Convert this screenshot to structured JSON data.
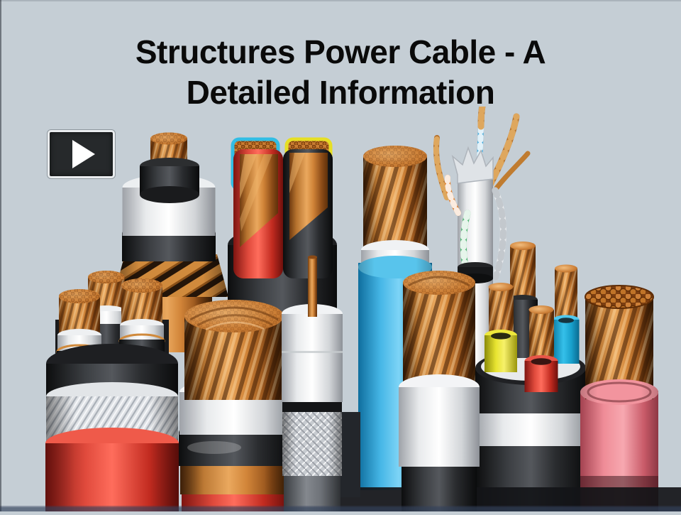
{
  "slide": {
    "background_color": "#c5ced5",
    "title": {
      "line1": "Structures Power Cable - A",
      "line2": "Detailed Information",
      "color": "#0a0a0a"
    },
    "video_player": {
      "play_button_label": "Play video",
      "button_color": "#26292b",
      "border_color": "#e9ecee",
      "triangle_color": "#ffffff"
    },
    "illustration": {
      "name": "power-cable-cross-sections",
      "cables": [
        {
          "name": "hv-single-core-cable",
          "colors": [
            "copper",
            "black",
            "white",
            "armor"
          ]
        },
        {
          "name": "four-core-lv-cable",
          "colors": [
            "red",
            "black",
            "cyan",
            "yellow",
            "copper"
          ]
        },
        {
          "name": "blue-sheathed-stranded-cable",
          "colors": [
            "blue",
            "white",
            "copper"
          ]
        },
        {
          "name": "utp-network-cable",
          "colors": [
            "white",
            "orange",
            "green",
            "blue",
            "brown"
          ]
        },
        {
          "name": "multi-core-control-cable",
          "colors": [
            "black",
            "white",
            "yellow",
            "red",
            "cyan",
            "copper"
          ]
        },
        {
          "name": "pink-sheathed-stranded-cable",
          "colors": [
            "pink",
            "copper"
          ]
        },
        {
          "name": "coaxial-cable",
          "colors": [
            "white",
            "silver-braid",
            "copper-pin"
          ]
        },
        {
          "name": "white-sheathed-stranded-cable",
          "colors": [
            "white",
            "black",
            "copper"
          ]
        },
        {
          "name": "three-core-mv-cable",
          "colors": [
            "red",
            "silver-braid",
            "black",
            "white",
            "copper"
          ]
        },
        {
          "name": "large-stranded-copper-cable",
          "colors": [
            "copper",
            "white",
            "black",
            "orange",
            "red"
          ]
        }
      ],
      "palette": {
        "copper": "#cd8038",
        "copper_dark": "#6e3a10",
        "copper_light": "#eaa85e",
        "black_sheath": "#1b1c1e",
        "white_sheath": "#f2f3f5",
        "red_sheath": "#d63a2c",
        "pink_sheath": "#ef8c97",
        "blue_sheath": "#45b6e6",
        "cyan": "#35c0ea",
        "yellow": "#e8e430",
        "green": "#55b877",
        "orange": "#e08030"
      }
    }
  }
}
